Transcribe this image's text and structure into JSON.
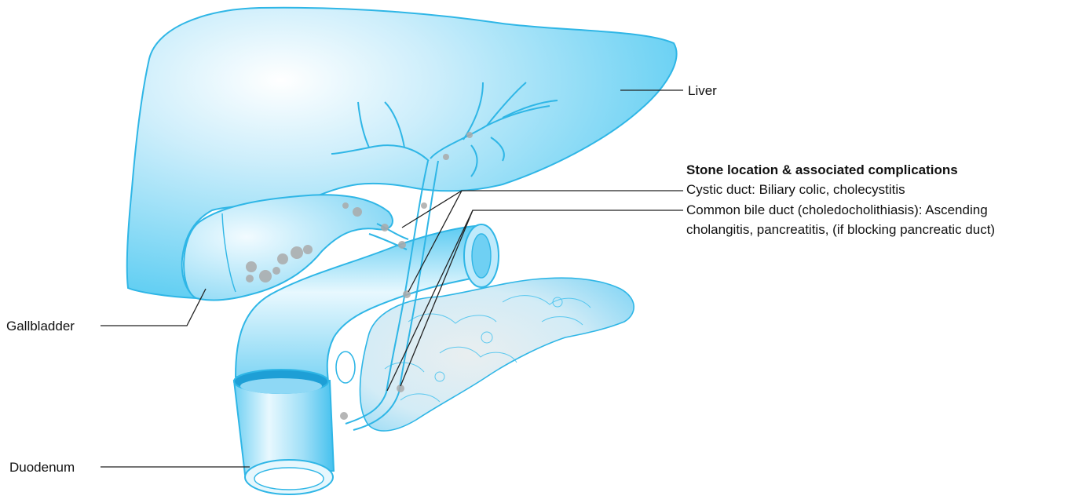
{
  "labels": {
    "liver": "Liver",
    "gallbladder": "Gallbladder",
    "duodenum": "Duodenum"
  },
  "legend": {
    "heading": "Stone location & associated complications",
    "cystic": "Cystic duct: Biliary colic, cholecystitis",
    "common_line1": "Common bile duct (choledocholithiasis): Ascending",
    "common_line2": "cholangitis, pancreatitis, (if blocking pancreatic duct)"
  },
  "colors": {
    "organ_fill": "#8ed8f5",
    "organ_light": "#e6f7fd",
    "organ_stroke": "#2fb6e6",
    "stone": "#a9a9a9"
  }
}
